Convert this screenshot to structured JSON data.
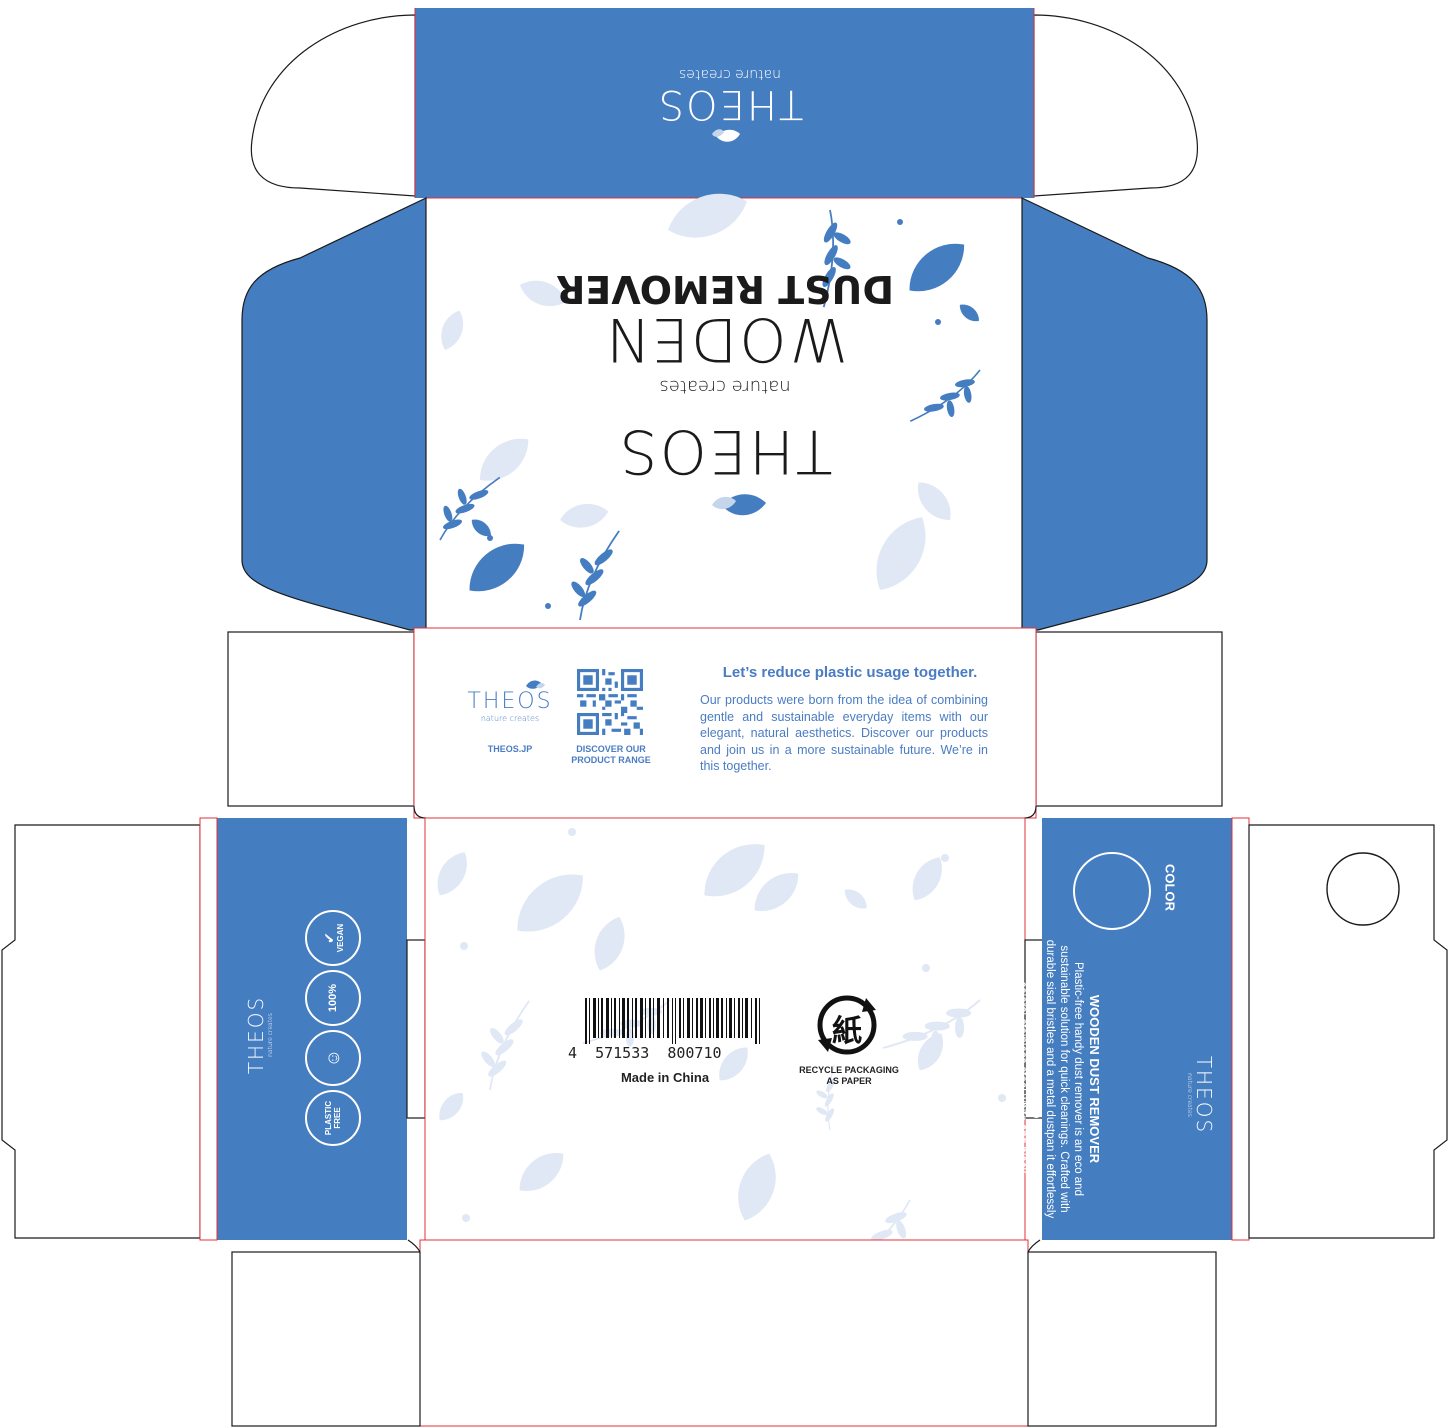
{
  "colors": {
    "brand_blue": "#457dc1",
    "leaf_light": "#dfe8f4",
    "leaf_mid": "#c5d5ec",
    "cut_line": "#1a1a1a",
    "fold_line": "#e0303a"
  },
  "brand": {
    "name": "THEOS",
    "tagline": "nature creates"
  },
  "lid": {
    "title_line1": "WODEN",
    "title_line2": "DUST REMOVER"
  },
  "info_panel": {
    "website_label": "THEOS.JP",
    "qr_caption": "DISCOVER OUR PRODUCT RANGE",
    "heading": "Let’s reduce plastic usage together.",
    "body": "Our products were born from the idea of combining gentle and sustainable everyday items with our elegant, natural aesthetics. Discover our products and join us in a more sustainable future. We’re in this together."
  },
  "bottom_panel": {
    "barcode_number": "4  571533  800710",
    "origin": "Made in China",
    "recycle_symbol": "紙",
    "recycle_caption": "RECYCLE PACKAGING AS PAPER"
  },
  "left_side": {
    "badges": [
      "VEGAN",
      "100%",
      "PLASTIC FREE"
    ],
    "badge_icons": [
      "leaf-icon",
      "biodegradable-icon",
      "face-icon",
      "plastic-free-icon"
    ]
  },
  "right_side": {
    "color_label": "COLOR",
    "product_name": "WOODEN DUST REMOVER",
    "description": "Plastic-free handy dust remover is an eco and sustainable solution for quick cleanings. Crafted with durable sisal bristles and a metal dustpan it effortlessly sweeps away impurities. Available in three stylish colors: stainless steel white and black."
  }
}
